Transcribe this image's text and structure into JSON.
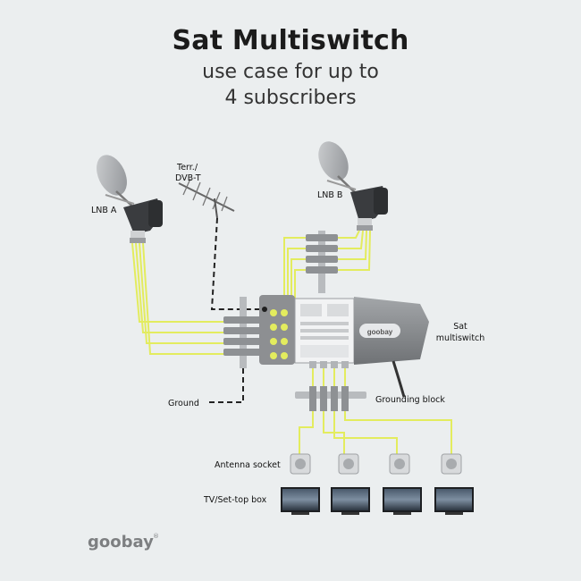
{
  "header": {
    "title": "Sat Multiswitch",
    "subtitle_line1": "use case for up to",
    "subtitle_line2": "4 subscribers"
  },
  "labels": {
    "lnb_a": "LNB A",
    "terr_line1": "Terr./",
    "terr_line2": "DVB-T",
    "lnb_b": "LNB B",
    "multiswitch_line1": "Sat",
    "multiswitch_line2": "multiswitch",
    "ground": "Ground",
    "grounding_block": "Grounding block",
    "antenna_socket": "Antenna socket",
    "tv": "TV/Set-top box"
  },
  "device": {
    "brand": "goobay"
  },
  "logo": {
    "text": "goobay",
    "mark": "®"
  },
  "colors": {
    "cable": "#e3ec5e",
    "ground_line": "#222222",
    "device_body": "#8d8f92"
  }
}
